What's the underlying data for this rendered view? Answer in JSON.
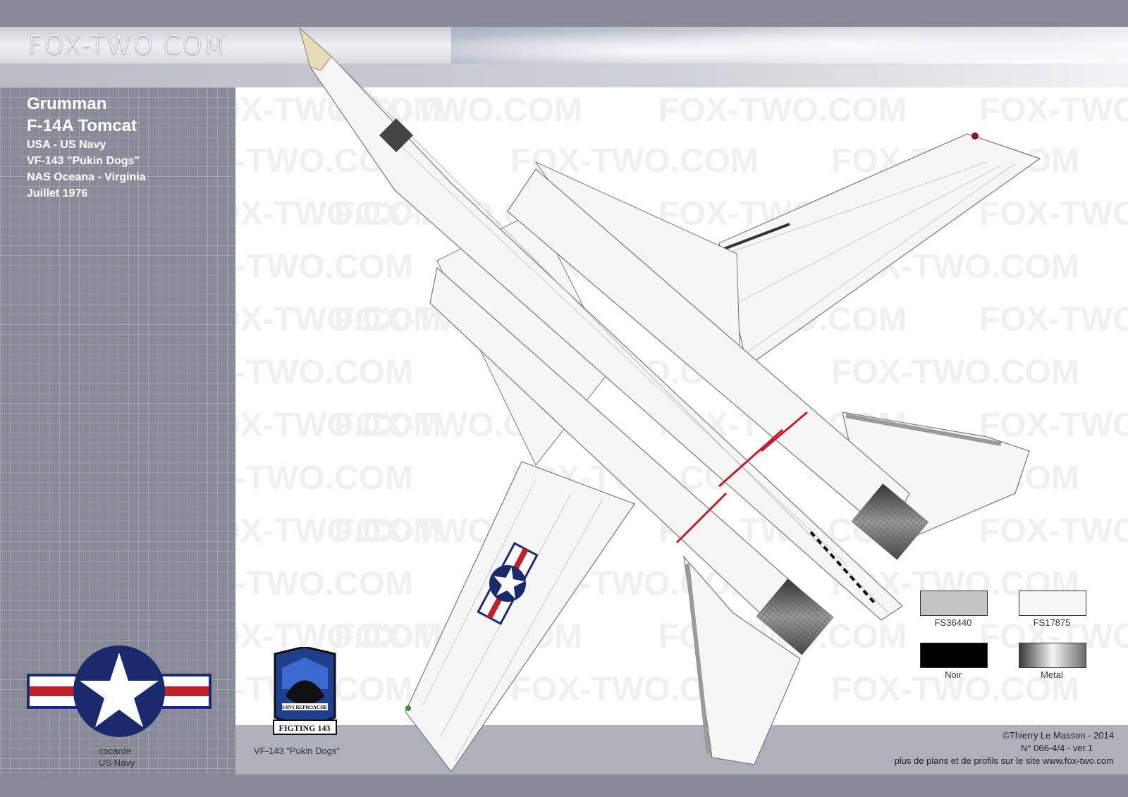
{
  "site": {
    "logo": "FOX-TWO.COM"
  },
  "aircraft": {
    "maker": "Grumman",
    "model": "F-14A Tomcat",
    "country": "USA - US Navy",
    "unit": "VF-143 \"Pukin Dogs\"",
    "base": "NAS Oceana - Virginia",
    "date": "Juillet 1976"
  },
  "watermark": "FOX-TWO.COM",
  "colors_legend": [
    {
      "code": "FS36440",
      "color": "#c4c4c4"
    },
    {
      "code": "FS17875",
      "color": "#f6f6f6"
    },
    {
      "code": "Noir",
      "color": "#000000"
    },
    {
      "code": "Metal",
      "color": "metal-gradient"
    }
  ],
  "roundel_caption": {
    "line1": "cocarde",
    "line2": "US Navy"
  },
  "badge": {
    "caption": "VF-143 \"Pukin Dogs\"",
    "motto": "SANS REPROACHE",
    "name": "FIGTING 143"
  },
  "credits": {
    "author": "©Thierry Le Masson - 2014",
    "number": "N° 066-4/4   -   ver.1",
    "site": "plus de plans et de profils sur le site www.fox-two.com"
  }
}
